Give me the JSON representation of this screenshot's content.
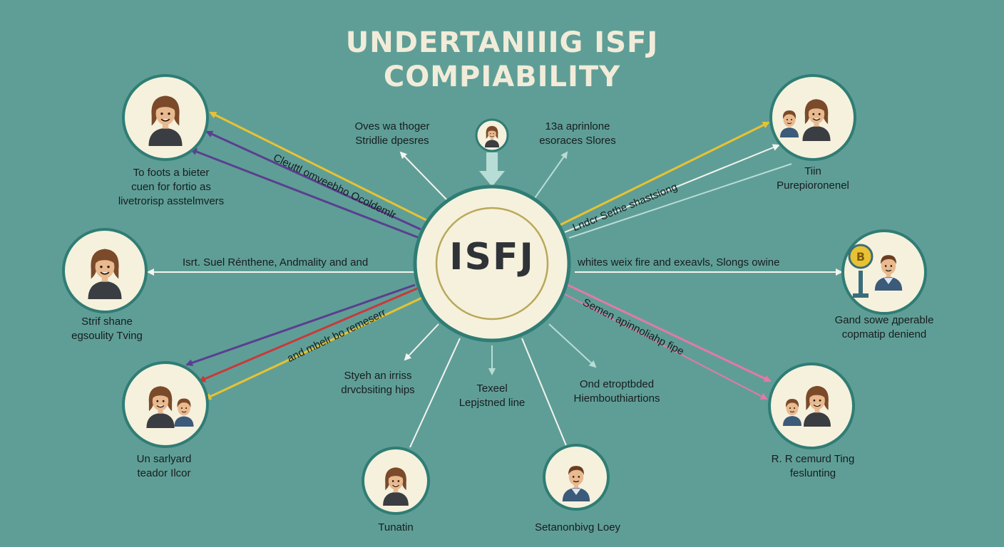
{
  "title": {
    "line1": "UNDERTANIIIG ISFJ",
    "line2": "COMPIABILITY"
  },
  "hub": {
    "label": "ISFJ"
  },
  "colors": {
    "background": "#5f9e96",
    "node_fill": "#f6f1dc",
    "node_ring": "#2f7d75",
    "hub_ring": "#b9a85a",
    "yellow": "#e8c232",
    "purple": "#5a3f8f",
    "red": "#c9393a",
    "pink": "#e27aa6",
    "white": "#f4f4f0",
    "light_teal": "#b8ddd6"
  },
  "nodes": {
    "top_left": {
      "icon": "woman-portrait-icon",
      "label_lines": [
        "To  foots a bieter",
        "cuen  for fortio  as",
        "livetrorisp  asstelmvers"
      ]
    },
    "mid_left": {
      "icon": "woman-portrait-icon",
      "label_lines": [
        "Strif  shane",
        "egsoulity  Tving"
      ]
    },
    "bottom_left": {
      "icon": "couple-icon",
      "label_lines": [
        "Un  sarlyard",
        "teador  Ilcor"
      ]
    },
    "bottom_center_left": {
      "icon": "woman-portrait-icon",
      "label_lines": [
        "Tunatin"
      ]
    },
    "bottom_center_right": {
      "icon": "man-portrait-icon",
      "label_lines": [
        "Setanonbivg  Loey"
      ]
    },
    "bottom_right": {
      "icon": "couple-icon",
      "label_lines": [
        "R.  R  cemurd  Ting",
        "feslunting"
      ]
    },
    "mid_right": {
      "icon": "man-with-coin-icon",
      "label_lines": [
        "Gand  sowe  дperable",
        "copmatip  deniend"
      ]
    },
    "top_right": {
      "icon": "couple-icon",
      "label_lines": [
        "Tiin",
        "Purepioronenel"
      ]
    },
    "top_small": {
      "icon": "small-avatar-icon"
    }
  },
  "annotations": {
    "top_left_center": [
      "Oves  wa thoger",
      "Stridlie  dpesres"
    ],
    "top_right_center": [
      "13a  aprinlone",
      "esoraces  Slores"
    ],
    "left_mid": "Isrt.  Suel  Rénthene,  Andmality  and  and",
    "right_mid": "whites  weix  fire  and   exeavls,  Slongs  owine",
    "bottom_left_center": [
      "Styeh  an  irriss",
      "drvcbsiting  hips"
    ],
    "bottom_center": [
      "Texeel",
      "Lepjstned  line"
    ],
    "bottom_right_center": [
      "Ond  etroptbded",
      "Hiembouthiartions"
    ]
  },
  "connector_labels": {
    "upper_left": "Cleuttl  omveebho  Ocoldemlr",
    "upper_right": "Lndcr  Sethe  shastsiong",
    "lower_left": "and  mbelr  bo  remeserr",
    "lower_right": "Semen  apinnoliahp  fipe"
  }
}
